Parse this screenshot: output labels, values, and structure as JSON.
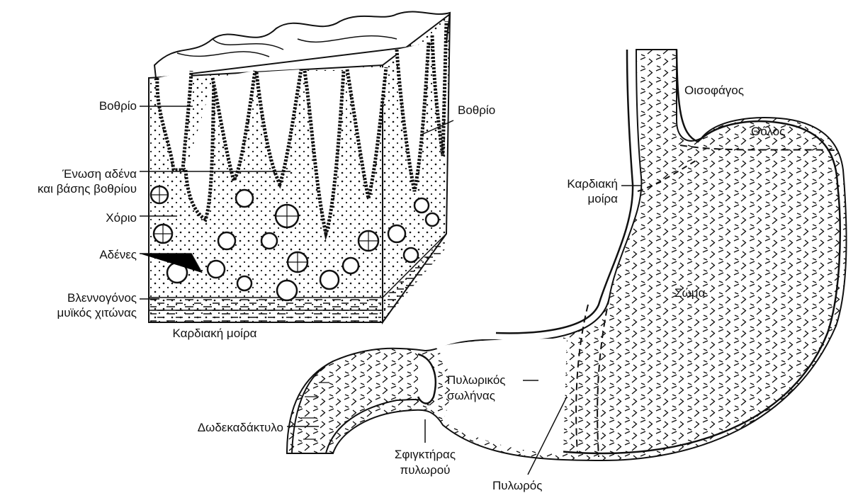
{
  "labels": {
    "pit_left": "Βοθρίο",
    "pit_right": "Βοθρίο",
    "junction_line1": "Ένωση αδένα",
    "junction_line2": "και βάσης βοθρίου",
    "stroma": "Χόριο",
    "glands": "Αδένες",
    "mucosa_line1": "Βλεννογόνος",
    "mucosa_line2": "μυϊκός χιτώνας",
    "block_caption": "Καρδιακή μοίρα",
    "esophagus": "Οισοφάγος",
    "fundus": "Θόλος",
    "cardia_line1": "Καρδιακή",
    "cardia_line2": "μοίρα",
    "body": "Σώμα",
    "pyloric_canal_line1": "Πυλωρικός",
    "pyloric_canal_line2": "σωλήνας",
    "duodenum": "Δωδεκαδάκτυλο",
    "sphincter_line1": "Σφιγκτήρας",
    "sphincter_line2": "πυλωρού",
    "pylorus": "Πυλωρός"
  }
}
